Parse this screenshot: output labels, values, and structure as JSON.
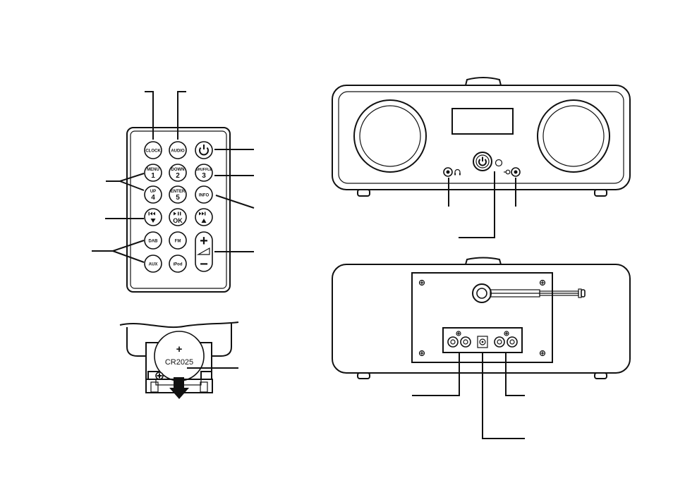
{
  "remote": {
    "buttons": {
      "clock": "CLOCK",
      "audio": "AUDIO",
      "menu": "MENU",
      "menu_num": "1",
      "down": "DOWN",
      "down_num": "2",
      "shuffle": "SHUFFLE",
      "shuffle_num": "3",
      "up": "UP",
      "up_num": "4",
      "enter": "ENTER",
      "enter_num": "5",
      "info": "INFO",
      "ok": "OK",
      "dab": "DAB",
      "fm": "FM",
      "aux": "AUX",
      "ipod": "iPod",
      "vol_plus": "+",
      "vol_minus": "−"
    }
  },
  "battery": {
    "model": "CR2025",
    "polarity": "+"
  }
}
